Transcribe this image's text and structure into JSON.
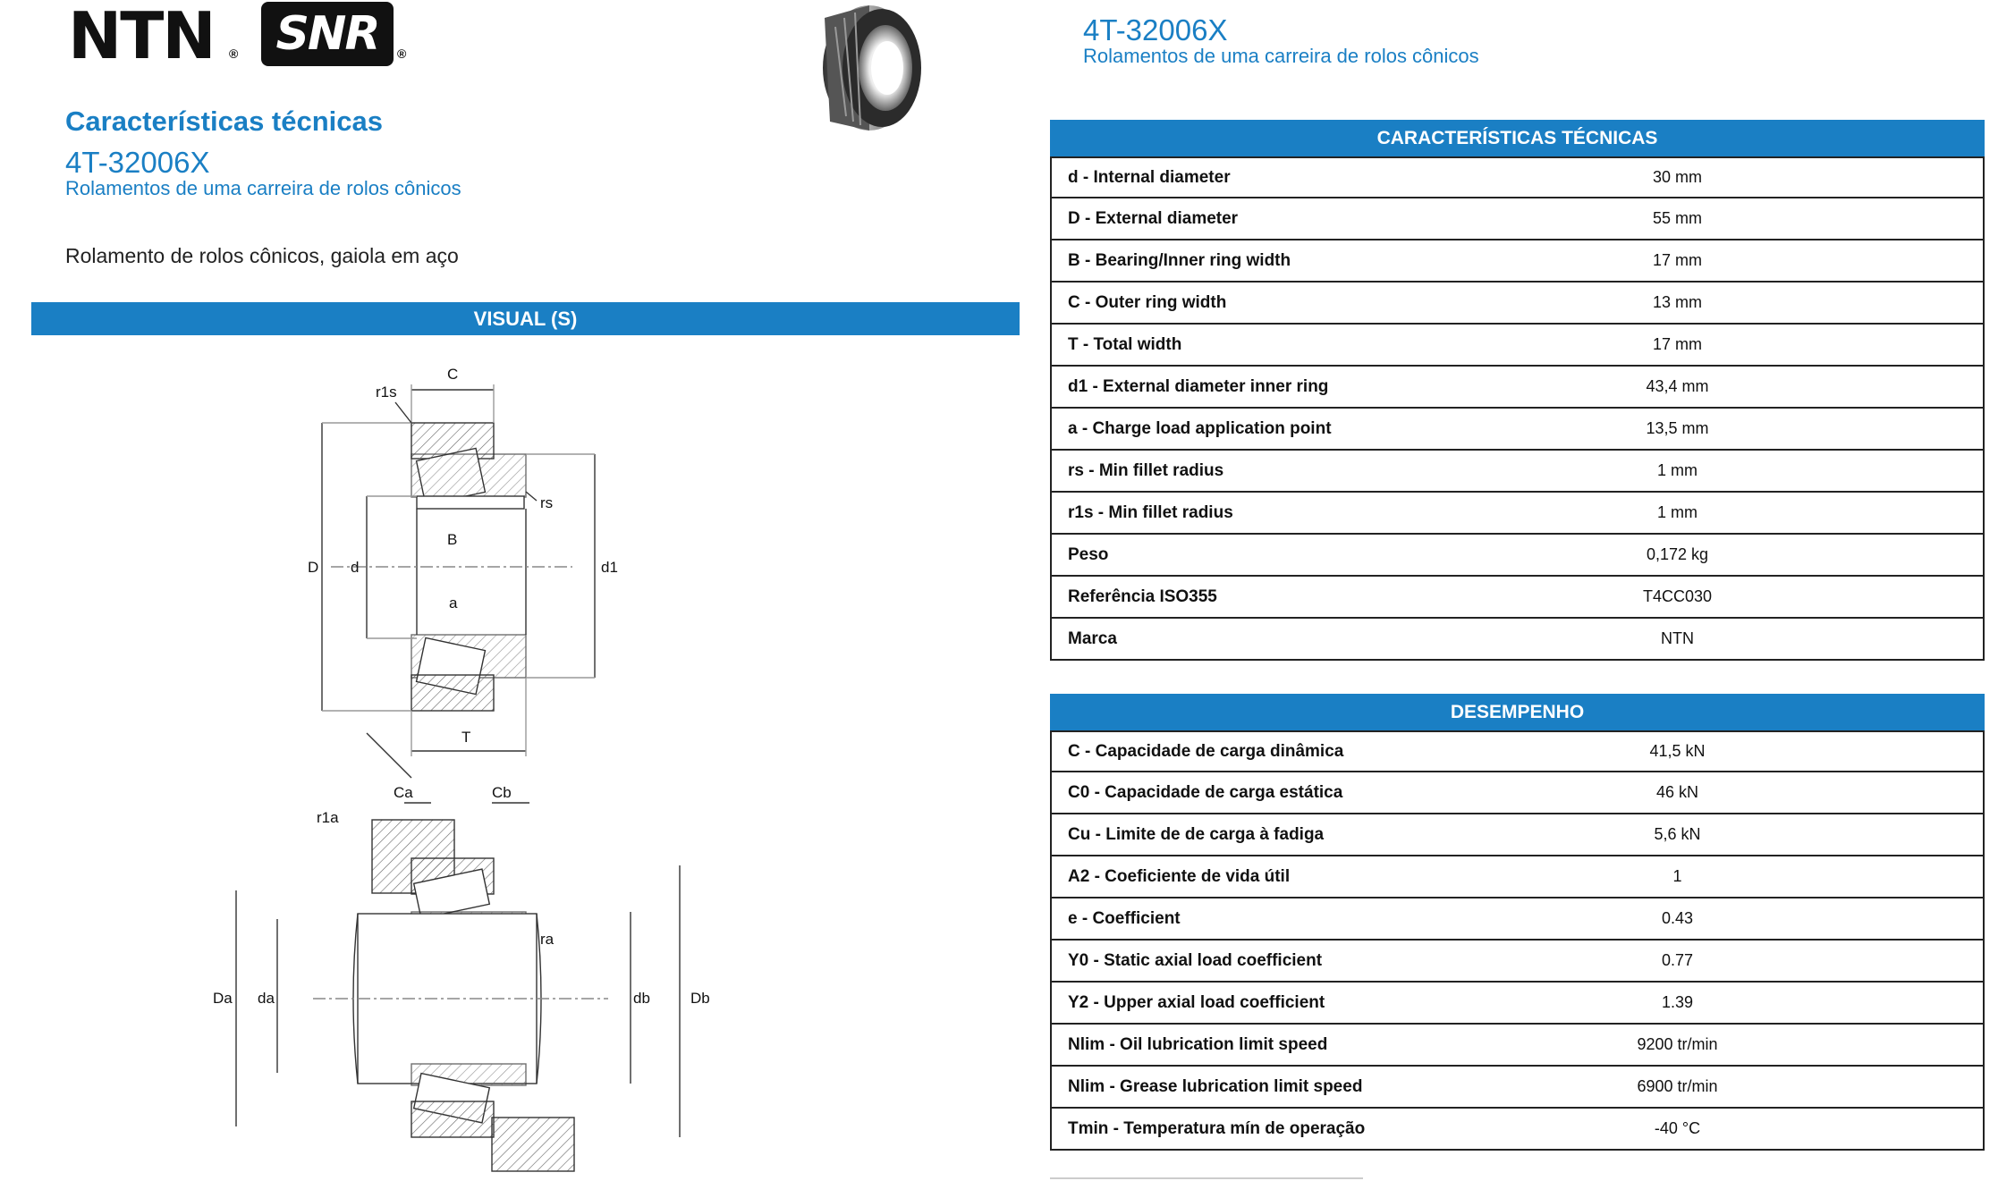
{
  "logos": {
    "ntn_text": "NTN",
    "snr_text": "SNR",
    "registered": "®"
  },
  "left_header": {
    "section_title": "Características técnicas",
    "model": "4T-32006X",
    "subtitle": "Rolamentos de uma carreira de rolos cônicos",
    "description": "Rolamento de rolos cônicos, gaiola em aço"
  },
  "right_header": {
    "model": "4T-32006X",
    "subtitle": "Rolamentos de uma carreira de rolos cônicos"
  },
  "visual_bar": "VISUAL (S)",
  "diagram_labels": {
    "top": {
      "C": "C",
      "r1s": "r1s",
      "rs": "rs",
      "D": "D",
      "d": "d",
      "B": "B",
      "a": "a",
      "d1": "d1",
      "T": "T"
    },
    "bottom": {
      "Ca": "Ca",
      "Cb": "Cb",
      "r1a": "r1a",
      "ra": "ra",
      "Da": "Da",
      "da": "da",
      "db": "db",
      "Db": "Db"
    }
  },
  "tech_table": {
    "header": "CARACTERÍSTICAS TÉCNICAS",
    "rows": [
      {
        "label": "d - Internal diameter",
        "value": "30 mm"
      },
      {
        "label": "D - External diameter",
        "value": "55 mm"
      },
      {
        "label": "B - Bearing/Inner ring width",
        "value": "17 mm"
      },
      {
        "label": "C - Outer ring width",
        "value": "13 mm"
      },
      {
        "label": "T - Total width",
        "value": "17 mm"
      },
      {
        "label": "d1 - External diameter inner ring",
        "value": "43,4 mm"
      },
      {
        "label": "a - Charge load application point",
        "value": "13,5 mm"
      },
      {
        "label": "rs - Min fillet radius",
        "value": "1 mm"
      },
      {
        "label": "r1s - Min fillet radius",
        "value": "1 mm"
      },
      {
        "label": "Peso",
        "value": "0,172 kg"
      },
      {
        "label": "Referência ISO355",
        "value": "T4CC030"
      },
      {
        "label": "Marca",
        "value": "NTN"
      }
    ]
  },
  "perf_table": {
    "header": "DESEMPENHO",
    "rows": [
      {
        "label": "C - Capacidade de carga dinâmica",
        "value": "41,5 kN"
      },
      {
        "label": "C0 - Capacidade de carga estática",
        "value": "46 kN"
      },
      {
        "label": "Cu - Limite de de carga à fadiga",
        "value": "5,6 kN"
      },
      {
        "label": "A2 - Coeficiente de vida útil",
        "value": "1"
      },
      {
        "label": "e - Coefficient",
        "value": "0.43"
      },
      {
        "label": "Y0 - Static axial load coefficient",
        "value": "0.77"
      },
      {
        "label": "Y2 - Upper axial load coefficient",
        "value": "1.39"
      },
      {
        "label": "Nlim - Oil lubrication limit speed",
        "value": "9200 tr/min"
      },
      {
        "label": "Nlim - Grease lubrication limit speed",
        "value": "6900 tr/min"
      },
      {
        "label": "Tmin - Temperatura mín de operação",
        "value": "-40 °C"
      }
    ]
  }
}
